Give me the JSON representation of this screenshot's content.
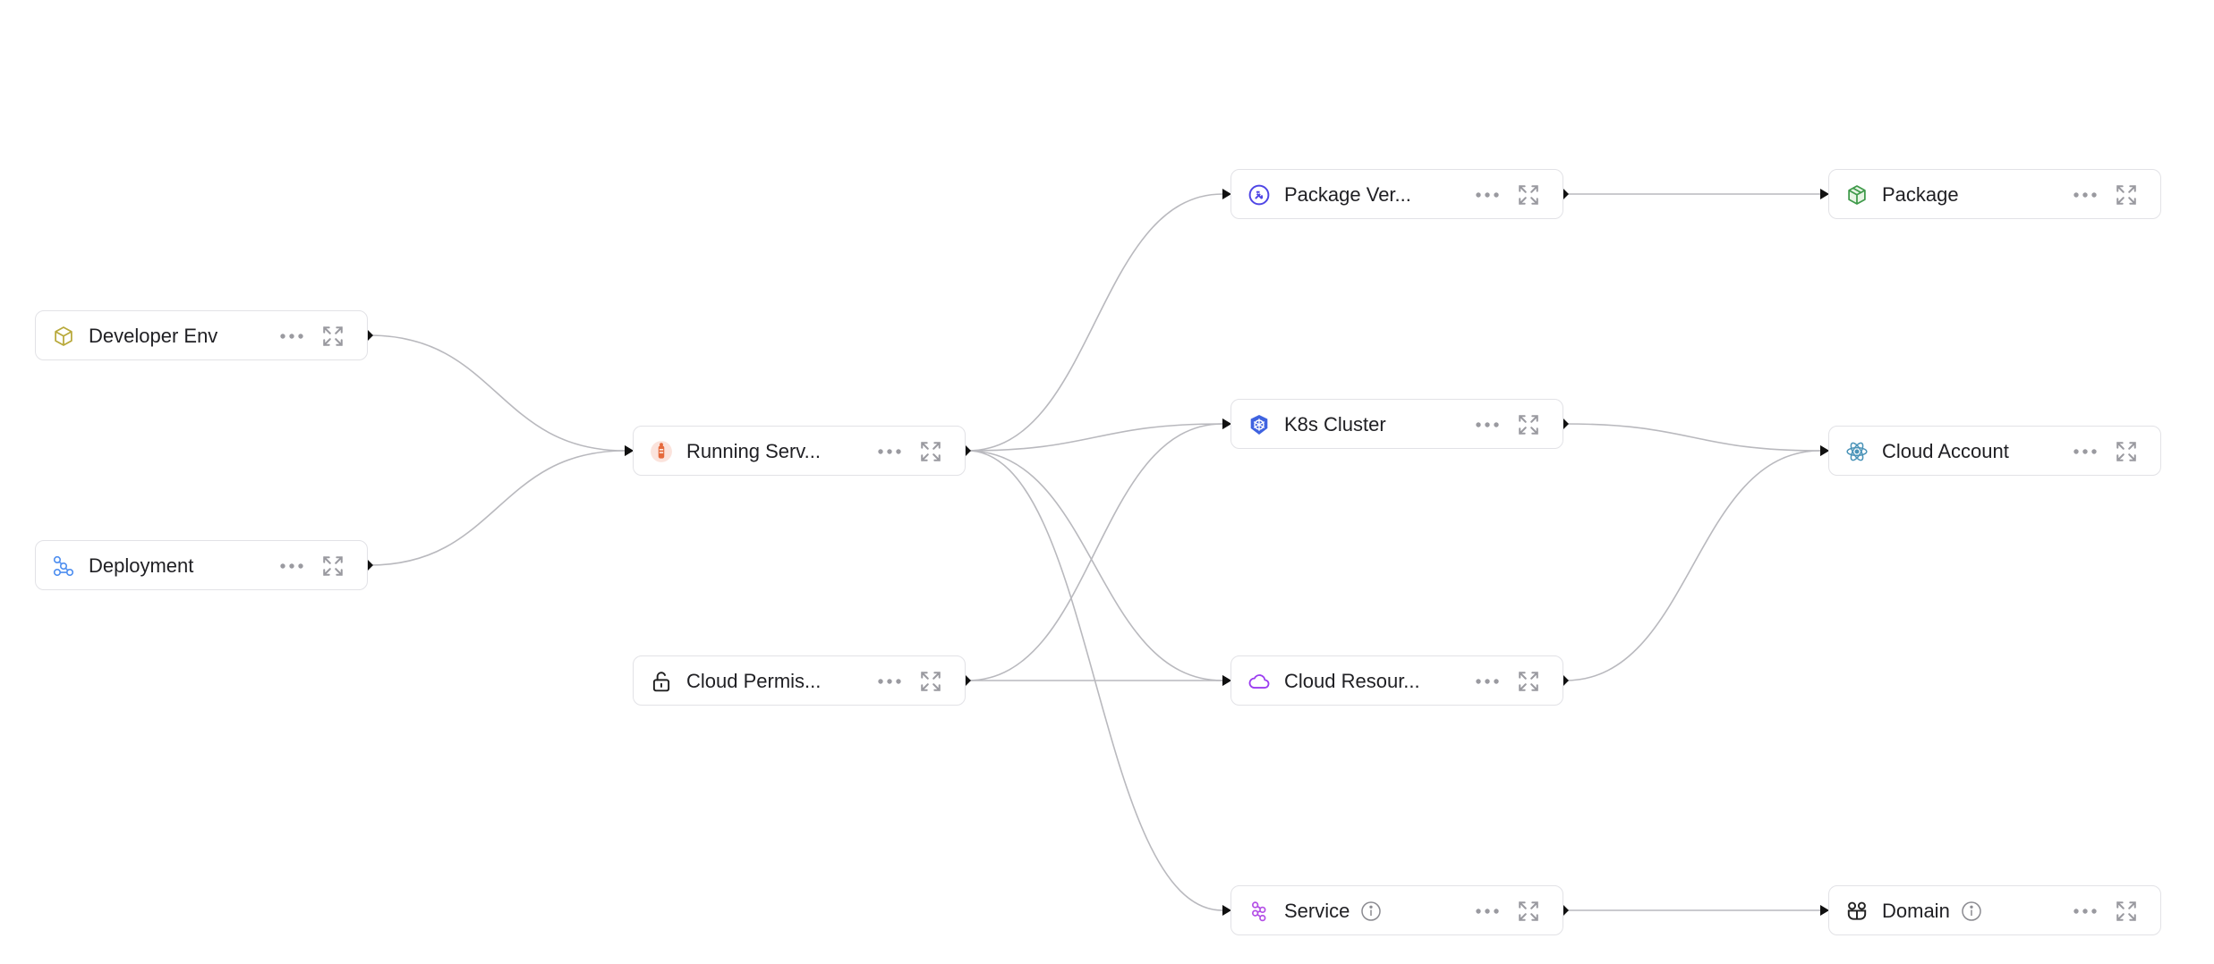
{
  "colors": {
    "edge": "#b9b9be",
    "handle": "#111111",
    "node_border": "#e2e2e6",
    "control_icon": "#9a9aa0"
  },
  "nodes": {
    "developer_env": {
      "label": "Developer Env",
      "icon": "cube-icon",
      "icon_color": "#b8a93a"
    },
    "deployment": {
      "label": "Deployment",
      "icon": "deployment-icon",
      "icon_color": "#4f8ff0"
    },
    "running_service": {
      "label": "Running Serv...",
      "icon": "runner-icon",
      "icon_color": "#e56a3c"
    },
    "cloud_permission": {
      "label": "Cloud Permis...",
      "icon": "unlock-icon",
      "icon_color": "#222222"
    },
    "package_version": {
      "label": "Package Ver...",
      "icon": "package-version-icon",
      "icon_color": "#4f46e5"
    },
    "k8s_cluster": {
      "label": "K8s Cluster",
      "icon": "kubernetes-icon",
      "icon_color": "#3f63e0"
    },
    "cloud_resource": {
      "label": "Cloud Resour...",
      "icon": "cloud-icon",
      "icon_color": "#9b3df0"
    },
    "service": {
      "label": "Service",
      "icon": "service-icon",
      "icon_color": "#b44fe6",
      "info": true
    },
    "package": {
      "label": "Package",
      "icon": "package-icon",
      "icon_color": "#3f9a4a"
    },
    "cloud_account": {
      "label": "Cloud Account",
      "icon": "atom-icon",
      "icon_color": "#4a93b8"
    },
    "domain": {
      "label": "Domain",
      "icon": "domain-icon",
      "icon_color": "#222222",
      "info": true
    }
  },
  "edges": [
    [
      "developer_env",
      "running_service"
    ],
    [
      "deployment",
      "running_service"
    ],
    [
      "running_service",
      "package_version"
    ],
    [
      "running_service",
      "k8s_cluster"
    ],
    [
      "running_service",
      "cloud_resource"
    ],
    [
      "running_service",
      "service"
    ],
    [
      "cloud_permission",
      "k8s_cluster"
    ],
    [
      "cloud_permission",
      "cloud_resource"
    ],
    [
      "package_version",
      "package"
    ],
    [
      "k8s_cluster",
      "cloud_account"
    ],
    [
      "cloud_resource",
      "cloud_account"
    ],
    [
      "service",
      "domain"
    ]
  ]
}
